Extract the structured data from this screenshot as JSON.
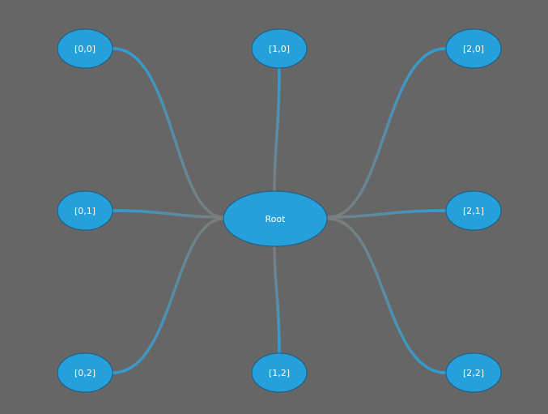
{
  "diagram": {
    "root": {
      "id": "root",
      "label": "Root"
    },
    "leaves": [
      {
        "id": "n00",
        "label": "[0,0]"
      },
      {
        "id": "n10",
        "label": "[1,0]"
      },
      {
        "id": "n20",
        "label": "[2,0]"
      },
      {
        "id": "n01",
        "label": "[0,1]"
      },
      {
        "id": "n21",
        "label": "[2,1]"
      },
      {
        "id": "n02",
        "label": "[0,2]"
      },
      {
        "id": "n12",
        "label": "[1,2]"
      },
      {
        "id": "n22",
        "label": "[2,2]"
      }
    ],
    "edges": [
      {
        "from": "root",
        "to": "n00"
      },
      {
        "from": "root",
        "to": "n10"
      },
      {
        "from": "root",
        "to": "n20"
      },
      {
        "from": "root",
        "to": "n01"
      },
      {
        "from": "root",
        "to": "n21"
      },
      {
        "from": "root",
        "to": "n02"
      },
      {
        "from": "root",
        "to": "n12"
      },
      {
        "from": "root",
        "to": "n22"
      }
    ]
  },
  "colors": {
    "background": "#666666",
    "node_fill": "#26a0da",
    "node_stroke": "#1a5a85",
    "edge_leaf": "#2e9fd6",
    "edge_root": "#7c7c7c"
  }
}
